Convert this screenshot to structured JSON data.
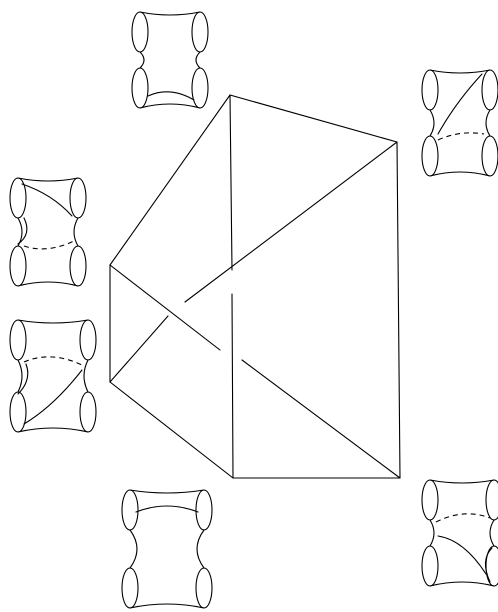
{
  "diagram": {
    "type": "graph-with-surface-figures",
    "vertex_count": 6,
    "surface_figure_count": 6,
    "stroke_color": "#000000",
    "background_color": "#ffffff"
  }
}
